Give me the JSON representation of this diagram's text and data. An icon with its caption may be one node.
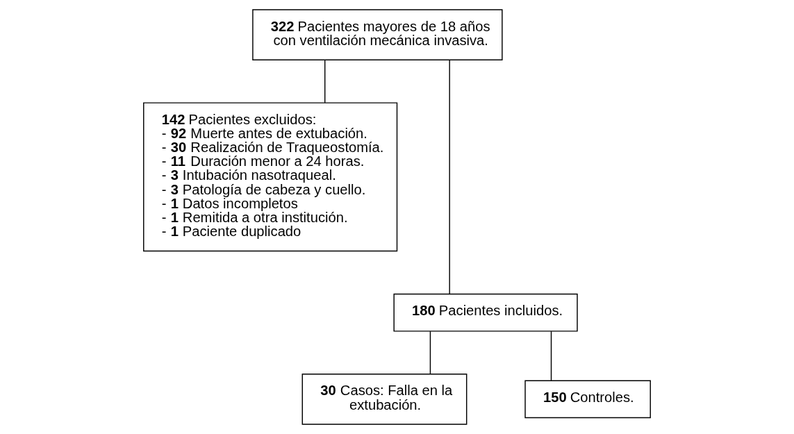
{
  "diagram": {
    "nodes": [
      {
        "text": [
          "**322** Pacientes mayores de 18 años con ventilación mecánica invasiva."
        ]
      },
      {
        "text": [
          "**142** Pacientes excluidos:",
          "- **92** Muerte antes de extubación.",
          "- **30** Realización de Traqueostomía.",
          "- **11** Duración menor a 24 horas.",
          "- **3** Intubación nasotraqueal.",
          "- **3** Patología de cabeza y cuello.",
          "- **1** Datos incompletos",
          "- **1** Remitida a otra institución.",
          "- **1** Paciente duplicado"
        ]
      },
      {
        "text": [
          "**180** Pacientes incluidos."
        ]
      },
      {
        "text": [
          "**30** Casos: Falla en la extubación."
        ]
      },
      {
        "text": [
          "**150** Controles."
        ]
      }
    ],
    "edges": [
      {
        "from": 0,
        "to": 2,
        "arrow": "none"
      },
      {
        "from": 0,
        "to": 1,
        "arrow": "none"
      },
      {
        "from": 2,
        "to": 3,
        "arrow": "none"
      },
      {
        "from": 2,
        "to": 4,
        "arrow": "none"
      }
    ]
  }
}
